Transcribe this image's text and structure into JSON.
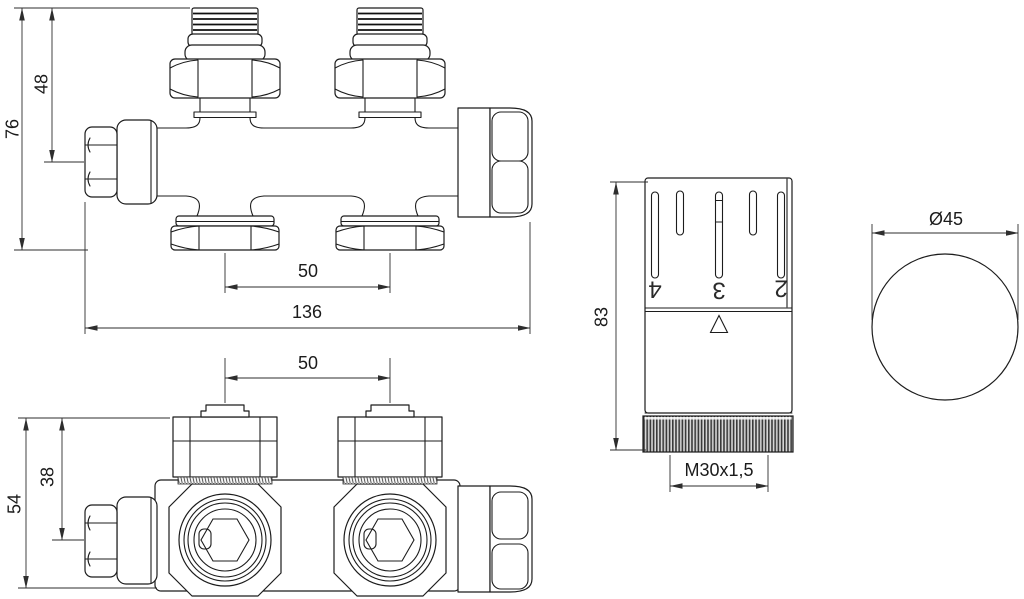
{
  "drawing_type": "radiator-valve-technical-drawing",
  "colors": {
    "line": "#1c1c1c",
    "dimension": "#2e2e2e",
    "background": "#ffffff",
    "knurl_dark": "#3a3a3a"
  },
  "top_view": {
    "overall_height": "76",
    "upper_height": "48",
    "port_spacing": "50",
    "overall_width": "136"
  },
  "bottom_view": {
    "port_spacing": "50",
    "upper_height": "38",
    "overall_height": "54"
  },
  "head": {
    "height": "83",
    "thread_label": "M30x1,5",
    "dial_labels": [
      "4",
      "3",
      "2"
    ]
  },
  "knob": {
    "diameter_label": "Ø45"
  }
}
